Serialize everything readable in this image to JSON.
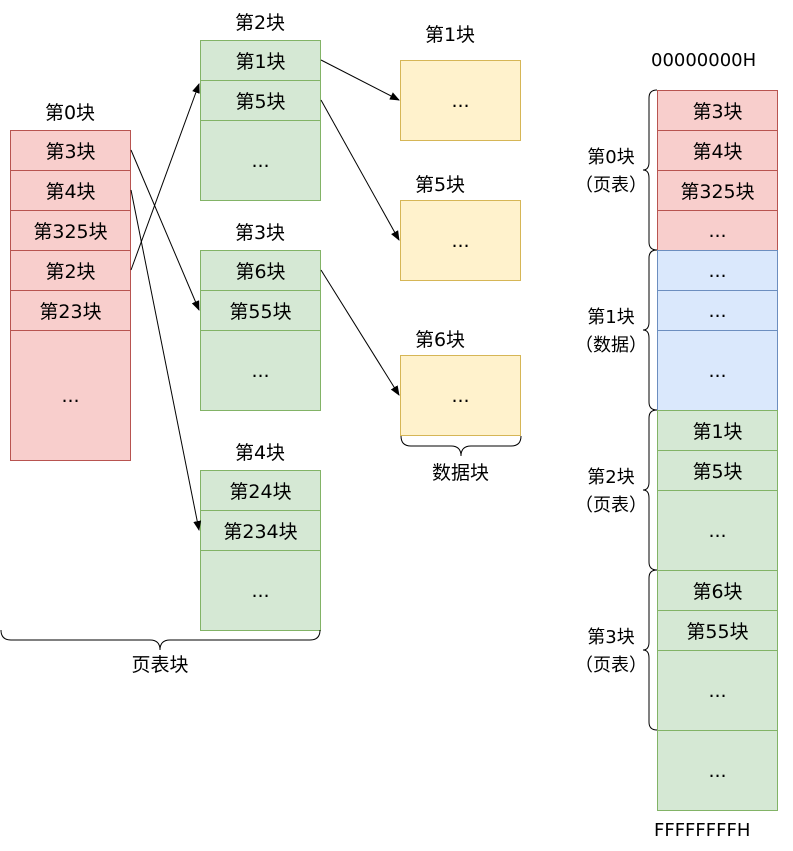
{
  "page_table_blocks": {
    "block0": {
      "title": "第0块",
      "entries": [
        "第3块",
        "第4块",
        "第325块",
        "第2块",
        "第23块",
        "..."
      ]
    },
    "block2": {
      "title": "第2块",
      "entries": [
        "第1块",
        "第5块",
        "..."
      ]
    },
    "block3": {
      "title": "第3块",
      "entries": [
        "第6块",
        "第55块",
        "..."
      ]
    },
    "block4": {
      "title": "第4块",
      "entries": [
        "第24块",
        "第234块",
        "..."
      ]
    },
    "group_label": "页表块"
  },
  "data_blocks": {
    "items": [
      {
        "title": "第1块",
        "content": "..."
      },
      {
        "title": "第5块",
        "content": "..."
      },
      {
        "title": "第6块",
        "content": "..."
      }
    ],
    "group_label": "数据块"
  },
  "memory": {
    "start_address": "00000000H",
    "end_address": "FFFFFFFFH",
    "segments": [
      {
        "label_line1": "第0块",
        "label_line2": "（页表）",
        "cells": [
          "第3块",
          "第4块",
          "第325块",
          "..."
        ]
      },
      {
        "label_line1": "第1块",
        "label_line2": "（数据）",
        "cells": [
          "...",
          "...",
          "..."
        ]
      },
      {
        "label_line1": "第2块",
        "label_line2": "（页表）",
        "cells": [
          "第1块",
          "第5块",
          "..."
        ]
      },
      {
        "label_line1": "第3块",
        "label_line2": "（页表）",
        "cells": [
          "第6块",
          "第55块",
          "...",
          "..."
        ]
      }
    ]
  },
  "colors": {
    "page_table_root": "#f8cecc",
    "page_table": "#d5e8d4",
    "data": "#fff2cc",
    "data_memory": "#dae8fc"
  }
}
